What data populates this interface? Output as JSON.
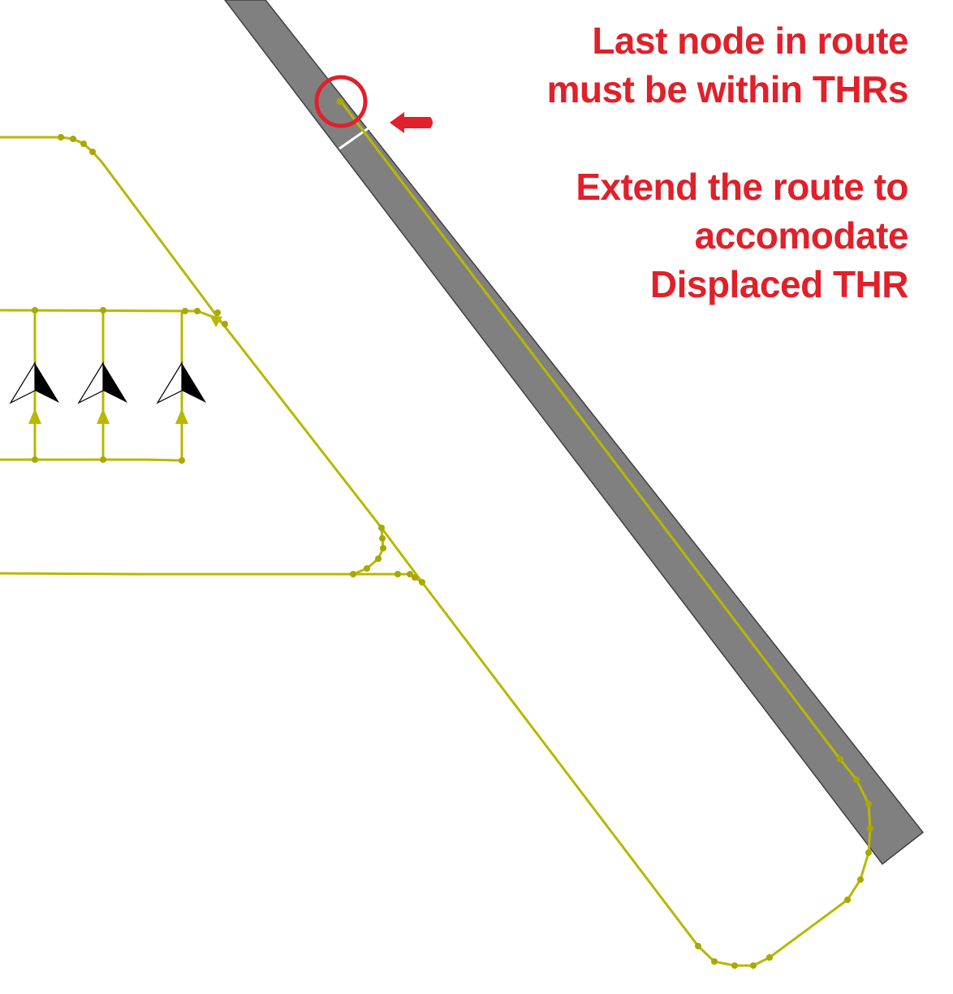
{
  "annotations": {
    "note_1": {
      "line_1": "Last node in route",
      "line_2": "must be within THRs"
    },
    "note_2": {
      "line_1": "Extend the route to",
      "line_2": "accomodate",
      "line_3": "Displaced THR"
    }
  },
  "colors": {
    "runway": "#808080",
    "runway_outline": "#404040",
    "route": "#b8b800",
    "route_node": "#a8a800",
    "annotation": "#e0202a",
    "threshold_line": "#ffffff"
  },
  "icons": {
    "stand_aircraft": "aircraft-arrow-icon",
    "callout_arrow": "left-arrow-icon",
    "callout_circle": "highlight-circle-icon"
  }
}
